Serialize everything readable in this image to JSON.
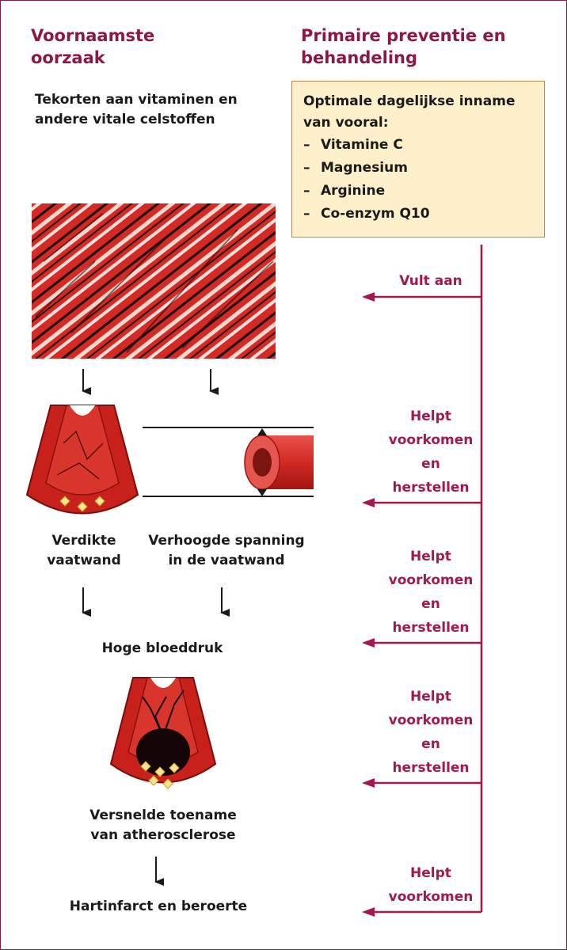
{
  "left_column": {
    "heading": "Voornaamste\noorzaak",
    "cause_text": "Tekorten aan vitaminen en\nandere vitale celstoffen",
    "thickened_wall": "Verdikte\nvaatwand",
    "increased_tension": "Verhoogde spanning\nin de vaatwand",
    "high_blood_pressure": "Hoge bloeddruk",
    "accelerated_atherosclerosis": "Versnelde toename\nvan atherosclerose",
    "heart_attack_stroke": "Hartinfarct en beroerte"
  },
  "right_column": {
    "heading": "Primaire preventie en\nbehandeling",
    "box": {
      "intro": "Optimale dagelijkse inname\nvan vooral:",
      "items": [
        "Vitamine C",
        "Magnesium",
        "Arginine",
        "Co-enzym Q10"
      ],
      "dash": "–"
    },
    "arrow_labels": [
      "Vult aan",
      "Helpt\nvoorkomen\nen\nherstellen",
      "Helpt\nvoorkomen\nen\nherstellen",
      "Helpt\nvoorkomen\nen\nherstellen",
      "Helpt\nvoorkomen"
    ]
  },
  "colors": {
    "accent": "#8c1846",
    "arrow": "#a3184e",
    "box_fill": "#fdf0cb",
    "box_border": "#b9865a",
    "tissue_red": "#d42a24",
    "vessel_red": "#c8201b"
  },
  "icons": {
    "tissue_image": "muscle-tissue-micrograph",
    "vessel_thick": "thickened-vessel-wall-icon",
    "vessel_cross_section": "vessel-cross-section-icon",
    "vessel_plaque": "atherosclerotic-vessel-icon"
  }
}
